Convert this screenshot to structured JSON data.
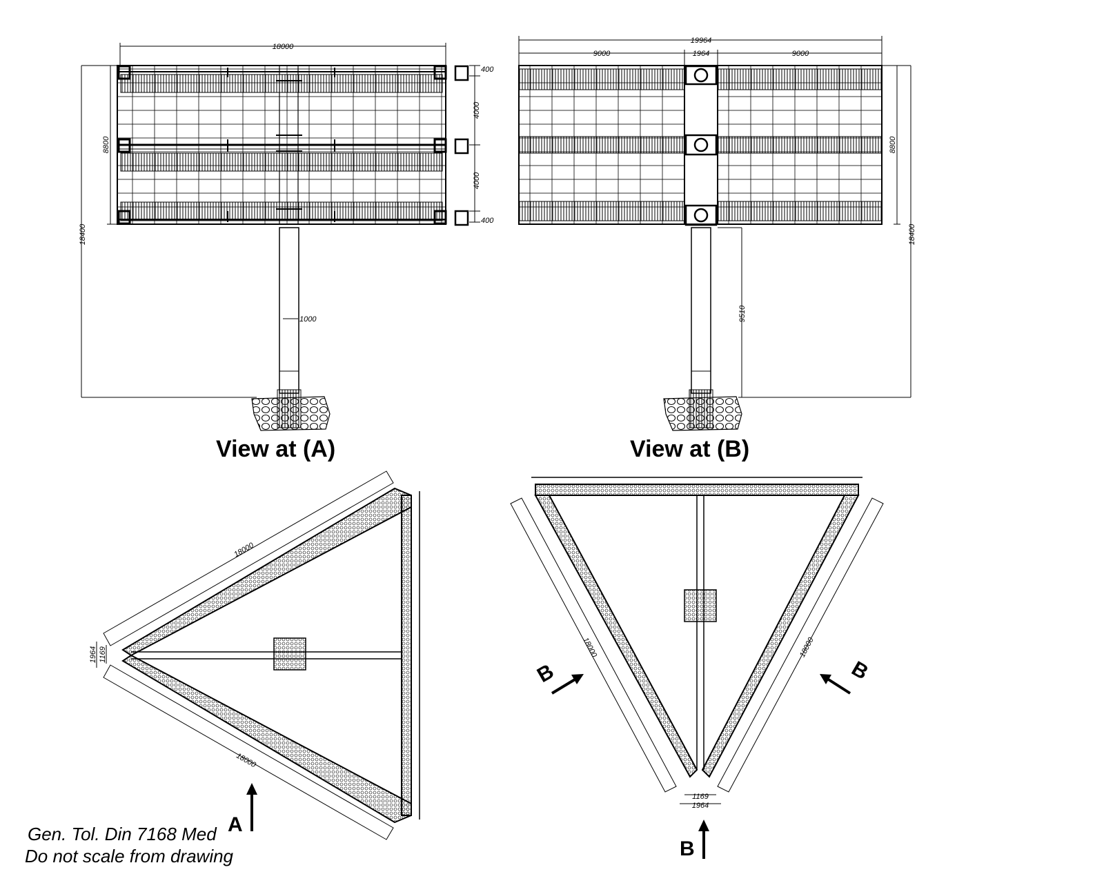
{
  "views": {
    "view_a_title": "View at (A)",
    "view_b_title": "View at (B)"
  },
  "elevation_a": {
    "width": "18000",
    "total_height": "18400",
    "panel_height": "8800",
    "bay_upper": "4000",
    "bay_lower": "4000",
    "top_margin": "400",
    "bottom_margin": "400",
    "pole_diameter": "1000"
  },
  "elevation_b": {
    "overall_width": "19964",
    "left_width": "9000",
    "center_width": "1964",
    "right_width": "9000",
    "panel_height": "8800",
    "total_height": "18400",
    "pole_height": "9510"
  },
  "plan_a": {
    "side_upper": "18000",
    "side_lower": "18000",
    "apex_outer": "1964",
    "apex_inner": "1169",
    "arrow_label": "A"
  },
  "plan_b": {
    "side_left": "18000",
    "side_right": "18000",
    "apex_inner": "1169",
    "apex_outer": "1964",
    "arrow_left_label": "B",
    "arrow_right_label": "B",
    "arrow_bottom_label": "B"
  },
  "notes": {
    "line1": "Gen. Tol. Din 7168 Med",
    "line2": "Do not scale from drawing"
  }
}
